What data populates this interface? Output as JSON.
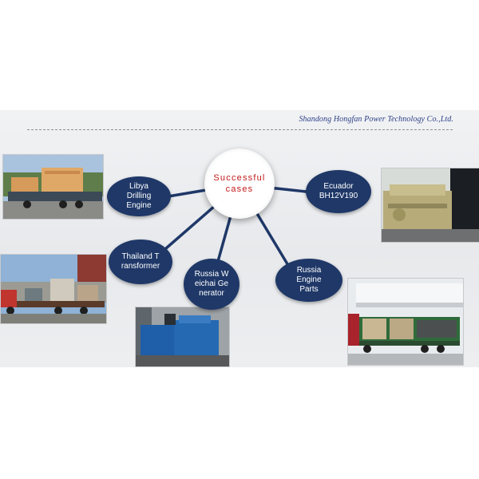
{
  "header": {
    "company": "Shandong Hongfan Power Technology Co.,Ltd."
  },
  "hub": {
    "label": "Successful cases"
  },
  "cases": [
    {
      "label": "Libya Drilling Engine"
    },
    {
      "label": "Ecuador BH12V190"
    },
    {
      "label": "Thailand Transformer"
    },
    {
      "label": "Russia Weichai Generator"
    },
    {
      "label": "Russia Engine Parts"
    }
  ],
  "colors": {
    "node_fill": "#1f3868",
    "hub_text": "#c21a1a",
    "company_text": "#2b3f86",
    "spoke": "#1f3868"
  },
  "photos": [
    {
      "icon": "truck-crates-photo"
    },
    {
      "icon": "engine-photo"
    },
    {
      "icon": "truck-transformer-photo"
    },
    {
      "icon": "generator-photo"
    },
    {
      "icon": "truck-container-photo"
    }
  ]
}
